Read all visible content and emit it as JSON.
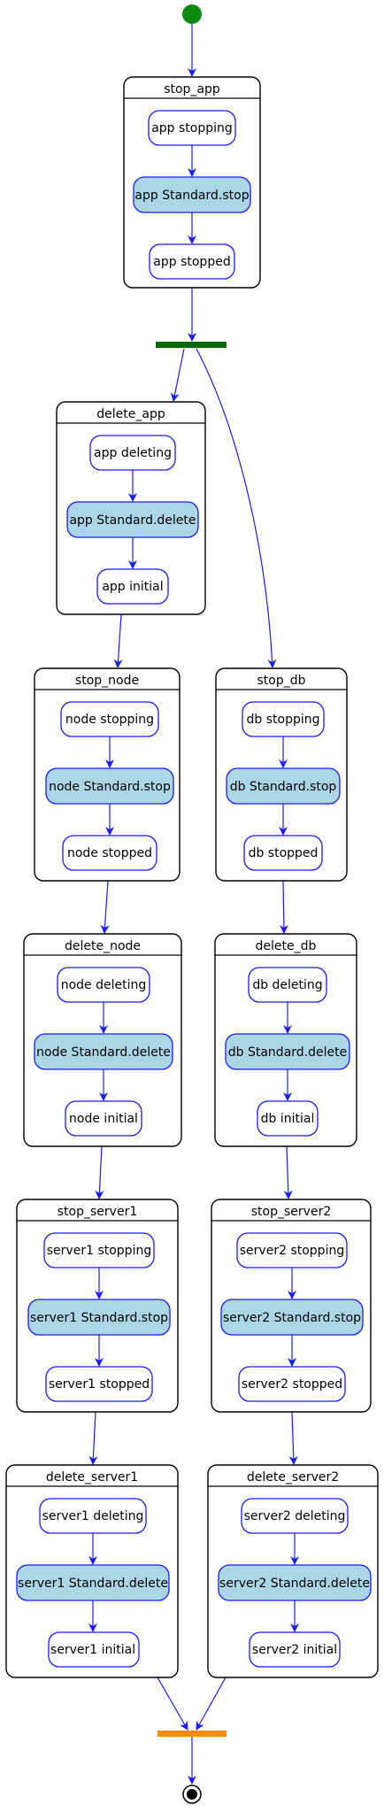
{
  "colors": {
    "arrow": "#1a1aff",
    "state_border": "#1a1aff",
    "state_fill": "#ffffff",
    "action_fill": "#abd6e6",
    "composite_border": "#000000",
    "start": "#0c8a0c",
    "fork": "#066b06",
    "join": "#ff8c00"
  },
  "diagram": {
    "composites": [
      {
        "title": "stop_app",
        "states": [
          "app stopping",
          "app Standard.stop",
          "app stopped"
        ]
      },
      {
        "title": "delete_app",
        "states": [
          "app deleting",
          "app Standard.delete",
          "app initial"
        ]
      },
      {
        "title": "stop_node",
        "states": [
          "node stopping",
          "node Standard.stop",
          "node stopped"
        ]
      },
      {
        "title": "stop_db",
        "states": [
          "db stopping",
          "db Standard.stop",
          "db stopped"
        ]
      },
      {
        "title": "delete_node",
        "states": [
          "node deleting",
          "node Standard.delete",
          "node initial"
        ]
      },
      {
        "title": "delete_db",
        "states": [
          "db deleting",
          "db Standard.delete",
          "db initial"
        ]
      },
      {
        "title": "stop_server1",
        "states": [
          "server1 stopping",
          "server1 Standard.stop",
          "server1 stopped"
        ]
      },
      {
        "title": "stop_server2",
        "states": [
          "server2 stopping",
          "server2 Standard.stop",
          "server2 stopped"
        ]
      },
      {
        "title": "delete_server1",
        "states": [
          "server1 deleting",
          "server1 Standard.delete",
          "server1 initial"
        ]
      },
      {
        "title": "delete_server2",
        "states": [
          "server2 deleting",
          "server2 Standard.delete",
          "server2 initial"
        ]
      }
    ]
  }
}
